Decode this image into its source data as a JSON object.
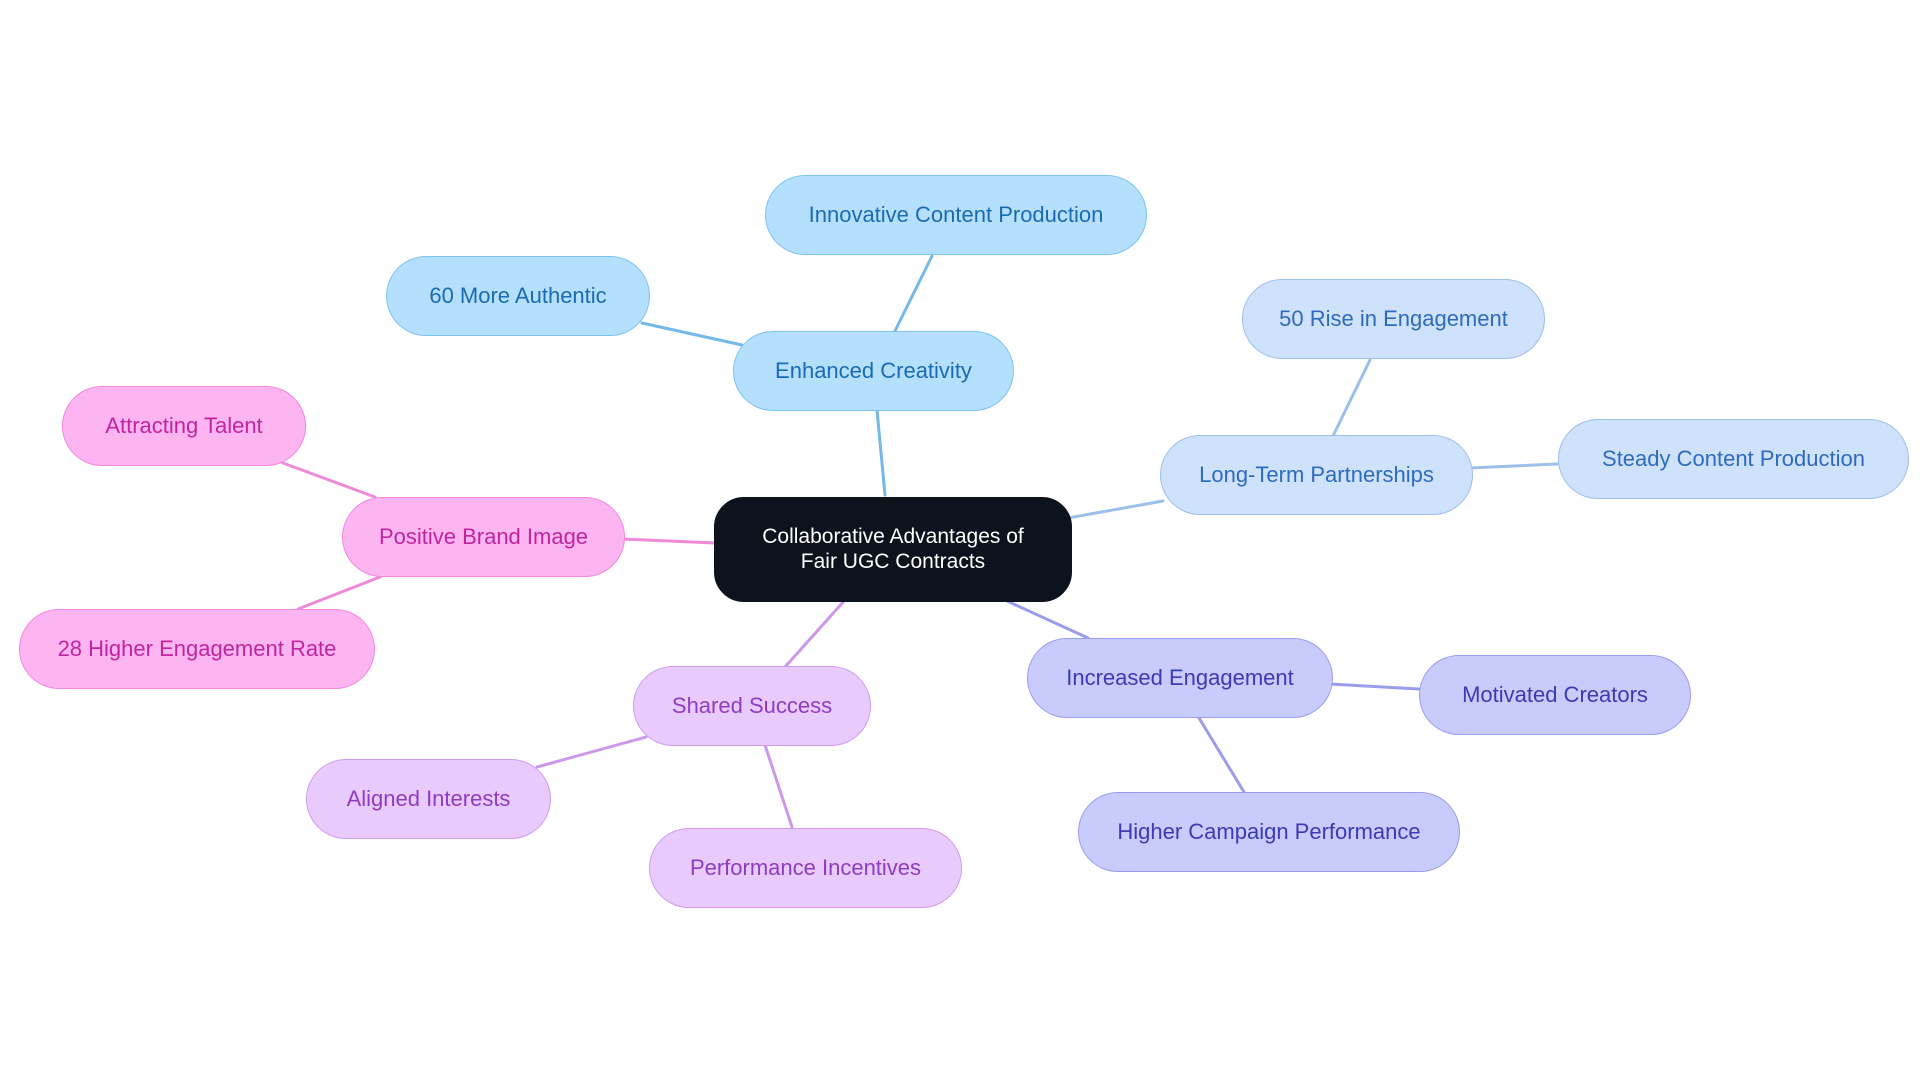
{
  "root": {
    "label_line1": "Collaborative Advantages of",
    "label_line2": "Fair UGC Contracts",
    "fill": "#0c131d",
    "text": "#ffffff"
  },
  "branches": {
    "enhanced_creativity": {
      "label": "Enhanced Creativity",
      "fill": "#b5e0fd",
      "stroke": "#7cc3f0",
      "text": "#1a6bb3",
      "line": "#74b9ea",
      "children": [
        "60 More Authentic",
        "Innovative Content Production"
      ]
    },
    "long_term_partnerships": {
      "label": "Long-Term Partnerships",
      "fill": "#cfe2fb",
      "stroke": "#9cbfee",
      "text": "#2f6bbd",
      "line": "#9dbfea",
      "children": [
        "50 Rise in Engagement",
        "Steady Content Production"
      ]
    },
    "increased_engagement": {
      "label": "Increased Engagement",
      "fill": "#c9cbfc",
      "stroke": "#999ded",
      "text": "#3a3bb5",
      "line": "#9a9de9",
      "children": [
        "Motivated Creators",
        "Higher Campaign Performance"
      ]
    },
    "shared_success": {
      "label": "Shared Success",
      "fill": "#e8cbfc",
      "stroke": "#cf9cf0",
      "text": "#8f3cc4",
      "line": "#cc98ea",
      "children": [
        "Aligned Interests",
        "Performance Incentives"
      ]
    },
    "positive_brand_image": {
      "label": "Positive Brand Image",
      "fill": "#fdb5f1",
      "stroke": "#f287dc",
      "text": "#c0259f",
      "line": "#ee8ad8",
      "children": [
        "Attracting Talent",
        "28 Higher Engagement Rate"
      ]
    }
  }
}
